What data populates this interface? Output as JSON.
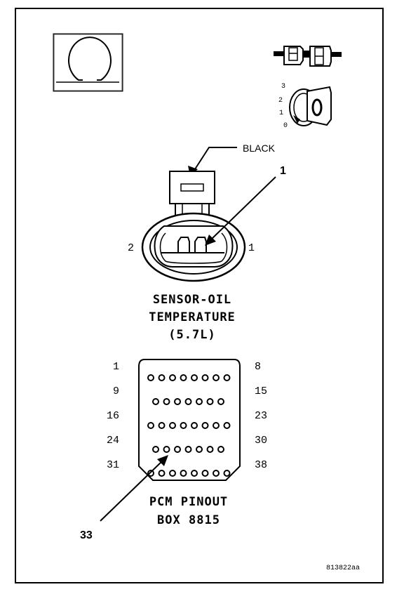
{
  "labels": {
    "wire_color": "BLACK",
    "callout_1": "1",
    "cavity_left": "2",
    "cavity_right": "1",
    "sensor_title_line1": "SENSOR-OIL",
    "sensor_title_line2": "TEMPERATURE",
    "sensor_title_line3": "(5.7L)",
    "pcm_title_line1": "PCM PINOUT",
    "pcm_title_line2": "BOX 8815",
    "callout_33": "33",
    "figure_id": "813822aa"
  },
  "key_switch_positions": [
    "3",
    "2",
    "1",
    "0"
  ],
  "pcm_rows": [
    {
      "start": "1",
      "end": "8",
      "pins": 8
    },
    {
      "start": "9",
      "end": "15",
      "pins": 7
    },
    {
      "start": "16",
      "end": "23",
      "pins": 8
    },
    {
      "start": "24",
      "end": "30",
      "pins": 7
    },
    {
      "start": "31",
      "end": "38",
      "pins": 8
    }
  ],
  "icons": [
    "resistance-ohm-icon",
    "connector-disconnect-icon",
    "ignition-key-icon"
  ]
}
